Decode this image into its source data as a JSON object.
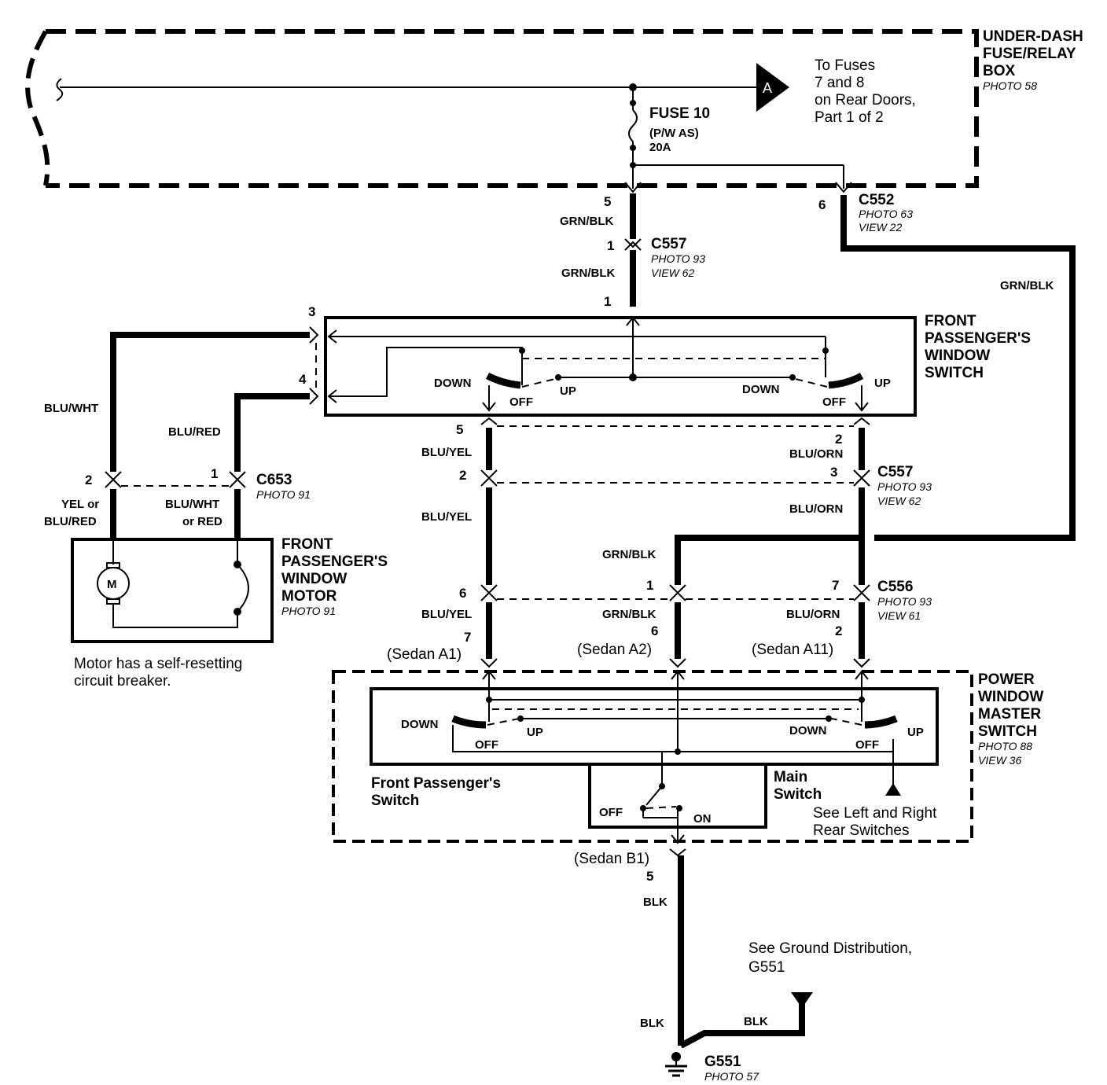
{
  "fuse_box": {
    "title_line1": "UNDER-DASH",
    "title_line2": "FUSE/RELAY",
    "title_line3": "BOX",
    "photo": "PHOTO 58",
    "to_fuses_line1": "To Fuses",
    "to_fuses_line2": "7 and 8",
    "to_fuses_line3": "on Rear Doors,",
    "to_fuses_line4": "Part 1 of 2",
    "connector_letter": "A",
    "fuse_name": "FUSE 10",
    "fuse_sub": "(P/W AS)",
    "fuse_rating": "20A"
  },
  "connectors": {
    "c552": {
      "name": "C552",
      "photo": "PHOTO 63",
      "view": "VIEW 22",
      "pin_a": "5",
      "pin_b": "6"
    },
    "c557_top": {
      "name": "C557",
      "photo": "PHOTO 93",
      "view": "VIEW 62",
      "pin": "1",
      "pin_switch": "1"
    },
    "c557_mid": {
      "name": "C557",
      "photo": "PHOTO 93",
      "view": "VIEW 62",
      "pin_left": "2",
      "pin_right": "3"
    },
    "c556": {
      "name": "C556",
      "photo": "PHOTO 93",
      "view": "VIEW 61",
      "pin_left": "6",
      "pin_mid": "1",
      "pin_right": "7"
    },
    "c653": {
      "name": "C653",
      "photo": "PHOTO 91",
      "pin_left": "2",
      "pin_right": "1"
    }
  },
  "wires": {
    "grn_blk_1": "GRN/BLK",
    "grn_blk_2": "GRN/BLK",
    "grn_blk_3": "GRN/BLK",
    "grn_blk_4": "GRN/BLK",
    "grn_blk_5": "GRN/BLK",
    "blu_wht": "BLU/WHT",
    "blu_red": "BLU/RED",
    "yel_or_1": "YEL or",
    "yel_or_2": "BLU/RED",
    "blu_wht_or_1": "BLU/WHT",
    "blu_wht_or_2": "or RED",
    "blu_yel_1": "BLU/YEL",
    "blu_yel_2": "BLU/YEL",
    "blu_yel_3": "BLU/YEL",
    "blu_orn_1": "BLU/ORN",
    "blu_orn_2": "BLU/ORN",
    "blu_orn_3": "BLU/ORN",
    "blk_1": "BLK",
    "blk_2": "BLK",
    "blk_3": "BLK"
  },
  "front_switch": {
    "title_line1": "FRONT",
    "title_line2": "PASSENGER'S",
    "title_line3": "WINDOW",
    "title_line4": "SWITCH",
    "pin_3": "3",
    "pin_4": "4",
    "pin_5": "5",
    "pin_2": "2",
    "down_left": "DOWN",
    "off_left": "OFF",
    "up_left": "UP",
    "down_right": "DOWN",
    "off_right": "OFF",
    "up_right": "UP"
  },
  "motor": {
    "title_line1": "FRONT",
    "title_line2": "PASSENGER'S",
    "title_line3": "WINDOW",
    "title_line4": "MOTOR",
    "photo": "PHOTO 91",
    "symbol": "M",
    "note_line1": "Motor has a self-resetting",
    "note_line2": "circuit breaker."
  },
  "master_switch": {
    "title_line1": "POWER",
    "title_line2": "WINDOW",
    "title_line3": "MASTER",
    "title_line4": "SWITCH",
    "photo": "PHOTO 88",
    "view": "VIEW 36",
    "pin_a1_num": "7",
    "pin_a1": "(Sedan A1)",
    "pin_a2_num": "6",
    "pin_a2": "(Sedan A2)",
    "pin_a11_num": "2",
    "pin_a11": "(Sedan A11)",
    "pin_b1": "(Sedan B1)",
    "pin_b1_num": "5",
    "down_left": "DOWN",
    "off_left": "OFF",
    "up_left": "UP",
    "down_right": "DOWN",
    "off_right": "OFF",
    "up_right": "UP",
    "front_pass_line1": "Front Passenger's",
    "front_pass_line2": "Switch",
    "main_line1": "Main",
    "main_line2": "Switch",
    "main_off": "OFF",
    "main_on": "ON",
    "see_rear_line1": "See Left and Right",
    "see_rear_line2": "Rear Switches"
  },
  "ground": {
    "see_line1": "See Ground Distribution,",
    "see_line2": "G551",
    "name": "G551",
    "photo": "PHOTO 57"
  }
}
